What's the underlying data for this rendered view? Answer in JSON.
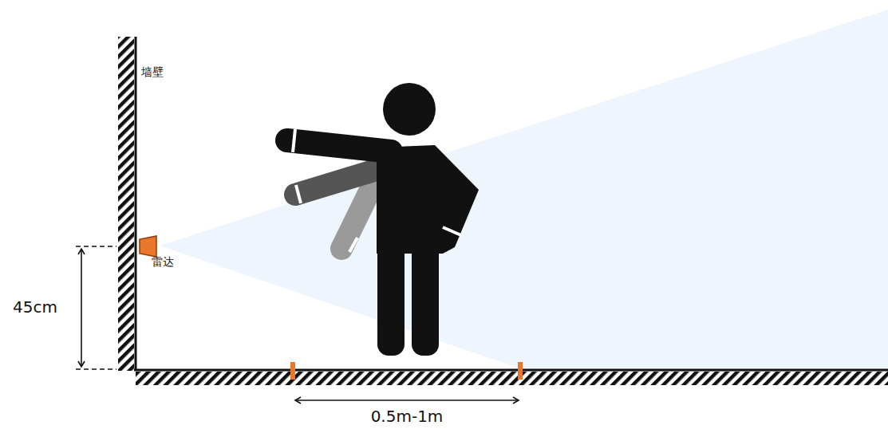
{
  "diagram": {
    "labels": [
      "墙壁",
      "雷达",
      "45cm",
      "0.5m-1m"
    ]
  }
}
